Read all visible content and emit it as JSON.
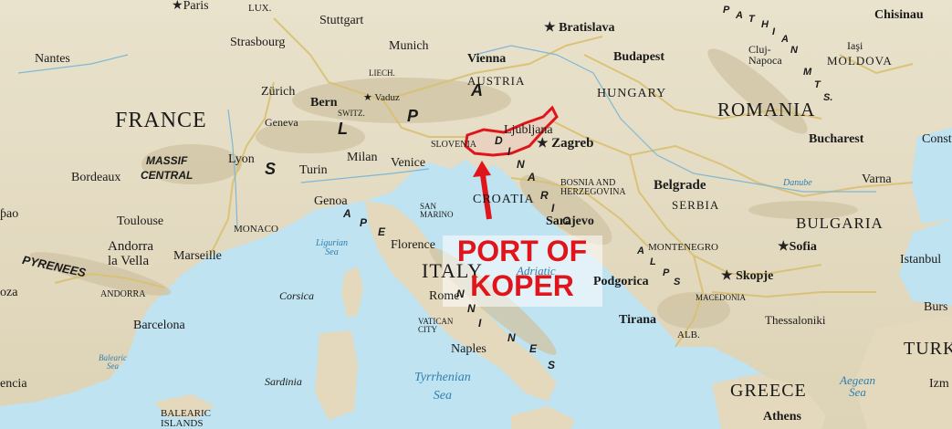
{
  "labels": {
    "paris": "Paris",
    "lux": "LUX.",
    "stuttgart": "Stuttgart",
    "bratislava": "Bratislava",
    "chisinau": "Chisinau",
    "nantes": "Nantes",
    "strasbourg": "Strasbourg",
    "munich": "Munich",
    "vienna": "Vienna",
    "budapest": "Budapest",
    "cluj": "Cluj-\nNapoca",
    "iasi": "Iaşi",
    "moldova": "MOLDOVA",
    "liech": "LIECH.",
    "austria": "AUSTRIA",
    "zurich": "Zürich",
    "bern": "Bern",
    "vaduz": "Vaduz",
    "switz": "SWITZ.",
    "geneva": "Geneva",
    "hungary": "HUNGARY",
    "france": "FRANCE",
    "romania": "ROMANIA",
    "ljubljana": "Ljubljana",
    "slovenia": "SLOVENIA",
    "zagreb": "Zagreb",
    "bucharest": "Bucharest",
    "const": "Const",
    "massif": "MASSIF",
    "central": "CENTRAL",
    "lyon": "Lyon",
    "milan": "Milan",
    "turin": "Turin",
    "venice": "Venice",
    "bordeaux": "Bordeaux",
    "bosnia": "BOSNIA AND\nHERZEGOVINA",
    "belgrade": "Belgrade",
    "serbia": "SERBIA",
    "danube": "Danube",
    "varna": "Varna",
    "genoa": "Genoa",
    "sanmarino": "SAN\nMARINO",
    "croatia": "CROATIA",
    "pao": "ƥao",
    "toulouse": "Toulouse",
    "monaco": "MONACO",
    "florence": "Florence",
    "sarajevo": "Sarajevo",
    "bulgaria": "BULGARIA",
    "andorra": "Andorra\nla Vella",
    "ligurian": "Ligurian\nSea",
    "marseille": "Marseille",
    "montenegro": "MONTENEGRO",
    "sofia": "Sofia",
    "istanbul": "Istanbul",
    "pyrenees": "PYRENEES",
    "italy": "ITALY",
    "adriatic": "Adriatic",
    "skopje": "Skopje",
    "oza": "oza",
    "andorra_c": "ANDORRA",
    "corsica": "Corsica",
    "rome": "Rome",
    "podgorica": "Podgorica",
    "macedonia": "MACEDONIA",
    "burs": "Burs",
    "barcelona": "Barcelona",
    "vatican": "VATICAN\nCITY",
    "tirana": "Tirana",
    "thessaloniki": "Thessaloniki",
    "alb": "ALB.",
    "turk": "TURK",
    "balearic_sea": "Balearic\nSea",
    "naples": "Naples",
    "encia": "encia",
    "sardinia": "Sardinia",
    "tyrrhenian": "Tyrrhenian\nSea",
    "greece": "GREECE",
    "aegean": "Aegean\nSea",
    "izm": "Izm",
    "balearic_isl": "BALEARIC\nISLANDS",
    "athens": "Athens",
    "alps_letters": [
      "A",
      "L",
      "P",
      "S"
    ],
    "dinaric_letters": [
      "D",
      "I",
      "N",
      "A",
      "R",
      "I",
      "C"
    ],
    "apennine_letters": [
      "A",
      "P",
      "E",
      "N",
      "N",
      "I",
      "N",
      "E",
      "S"
    ],
    "carpathian_letters": [
      "P",
      "A",
      "T",
      "H",
      "I",
      "A",
      "N",
      "M",
      "T",
      "S."
    ],
    "dinaric_alps_letters": [
      "A",
      "L",
      "P",
      "S"
    ]
  },
  "callout": {
    "line1": "PORT OF",
    "line2": "KOPER"
  },
  "colors": {
    "sea": "#bfe3f0",
    "land": "#e6dcc3",
    "border": "#d9c070",
    "highlight": "#e0151b"
  }
}
